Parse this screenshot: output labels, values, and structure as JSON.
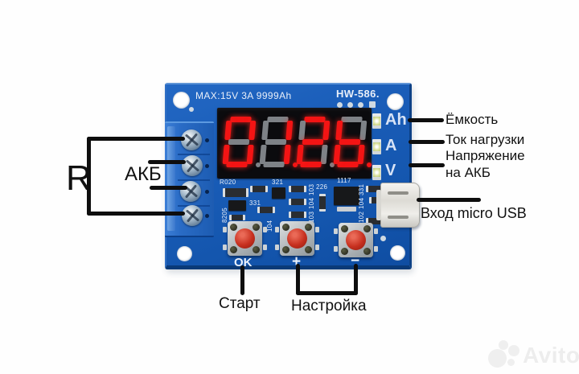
{
  "board": {
    "max_rating": "MAX:15V 3A 9999Ah",
    "model": "HW-586.",
    "display": {
      "value": "01.26",
      "digits": [
        "0",
        "1",
        "2",
        "6"
      ],
      "lit_decimals": [
        1,
        3
      ],
      "lit_color": "#f31414",
      "unlit_color": "#7e8287"
    },
    "indicator_labels": [
      "Ah",
      "A",
      "V"
    ],
    "button_labels": [
      "OK",
      "+",
      "−"
    ],
    "pcb_labels": {
      "shunt": "R020",
      "ic1": "8205",
      "t321": "321",
      "t331": "331",
      "v104a": "104",
      "col1": [
        "103",
        "104",
        "103"
      ],
      "t226": "226",
      "reg": "1117",
      "col2": [
        "331",
        "104",
        "102"
      ]
    }
  },
  "annotations": {
    "resistor_label": "R",
    "battery_label": "АКБ",
    "capacity": "Ёмкость",
    "load_current": "Ток нагрузки",
    "voltage_line1": "Напряжение",
    "voltage_line2": "на АКБ",
    "usb_input": "Вход micro USB",
    "start": "Старт",
    "settings": "Настройка"
  },
  "watermark": {
    "text": "Avito"
  },
  "colors": {
    "pcb_blue": "#1a5db8",
    "annotation_black": "#0e0e0e",
    "segment_red": "#f31414",
    "button_cap_red": "#c7301f"
  }
}
